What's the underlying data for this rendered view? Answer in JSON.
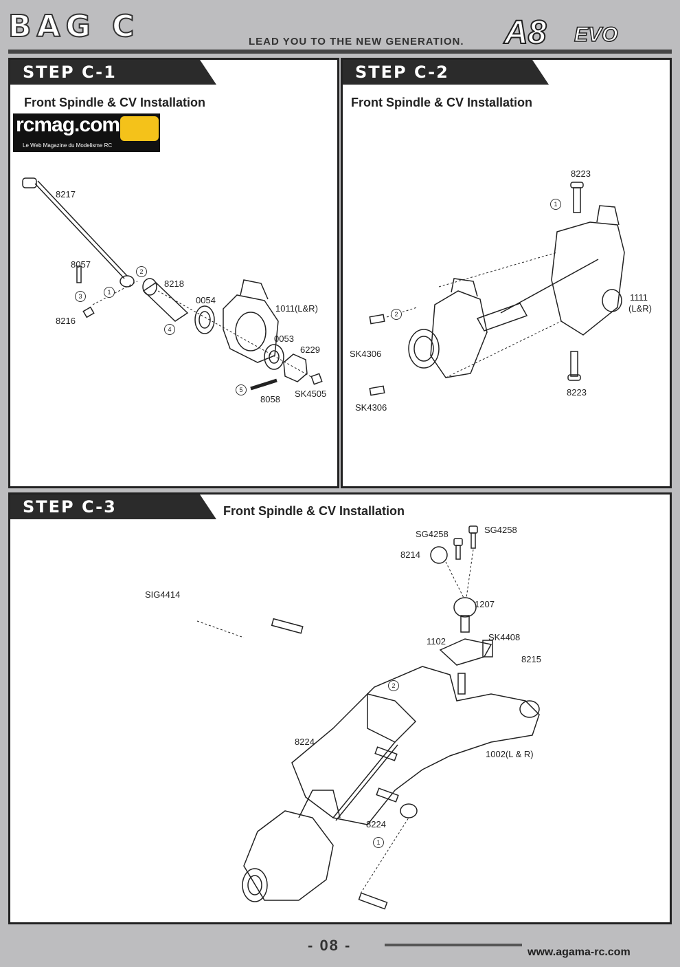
{
  "header": {
    "bag_title": "BAG C",
    "tagline": "LEAD YOU TO THE NEW GENERATION.",
    "logo_main": "A8",
    "logo_sub": "EVO"
  },
  "watermark": {
    "name": "rcmag.com",
    "subtitle": "Le Web Magazine du Modelisme RC"
  },
  "steps": [
    {
      "tab": "STEP C-1",
      "title": "Front Spindle & CV Installation",
      "parts": [
        "8217",
        "8057",
        "8216",
        "8218",
        "0054",
        "1011(L&R)",
        "0053",
        "6229",
        "8058",
        "SK4505"
      ],
      "order": [
        "1",
        "2",
        "3",
        "4",
        "5"
      ]
    },
    {
      "tab": "STEP C-2",
      "title": "Front Spindle & CV Installation",
      "parts": [
        "8223",
        "1111",
        "(L&R)",
        "SK4306",
        "SK4306",
        "8223"
      ],
      "order": [
        "1",
        "2"
      ]
    },
    {
      "tab": "STEP C-3",
      "title": "Front Spindle & CV Installation",
      "parts": [
        "SG4258",
        "SG4258",
        "8214",
        "1207",
        "1102",
        "SK4408",
        "8215",
        "8224",
        "1002(L & R)",
        "SIG4414",
        "8224"
      ],
      "order": [
        "1",
        "2"
      ]
    }
  ],
  "footer": {
    "page_number": "- 08 -",
    "website": "www.agama-rc.com"
  }
}
